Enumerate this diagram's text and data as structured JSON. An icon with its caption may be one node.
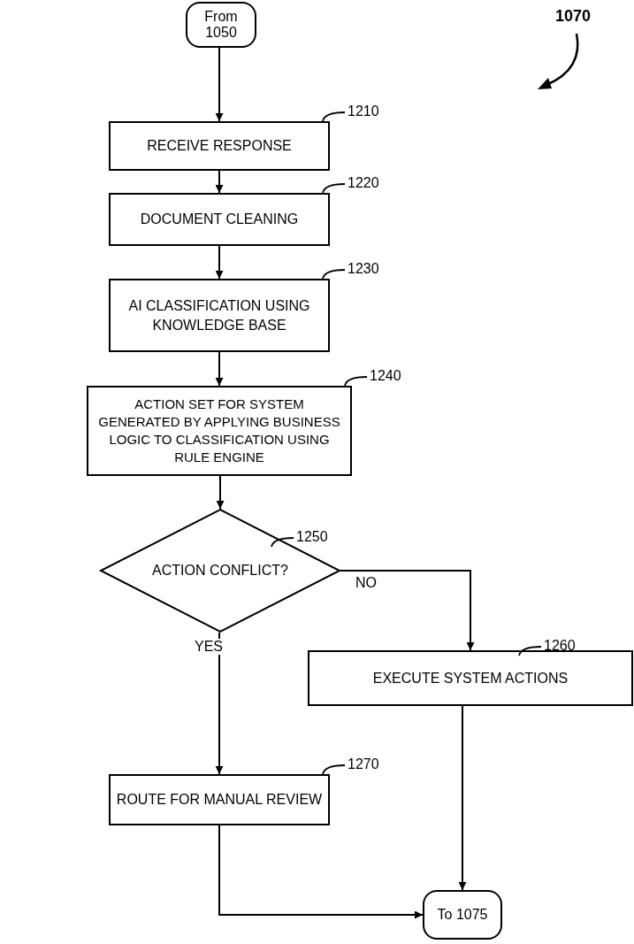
{
  "diagram": {
    "nodes": [
      {
        "text": [
          "From 1050"
        ]
      },
      {
        "text": [
          "RECEIVE RESPONSE"
        ],
        "beside": [
          "1210"
        ]
      },
      {
        "text": [
          "DOCUMENT CLEANING"
        ],
        "beside": [
          "1220"
        ]
      },
      {
        "text": [
          "AI CLASSIFICATION USING KNOWLEDGE BASE"
        ],
        "beside": [
          "1230"
        ]
      },
      {
        "text": [
          "ACTION SET FOR SYSTEM GENERATED BY APPLYING BUSINESS LOGIC TO CLASSIFICATION USING RULE ENGINE"
        ],
        "beside": [
          "1240"
        ]
      },
      {
        "text": [
          "ACTION CONFLICT?"
        ],
        "beside": [
          "1250"
        ]
      },
      {
        "text": [
          "EXECUTE SYSTEM ACTIONS"
        ],
        "beside": [
          "1260"
        ]
      },
      {
        "text": [
          "ROUTE FOR MANUAL REVIEW"
        ],
        "beside": [
          "1270"
        ]
      },
      {
        "text": [
          "To 1075"
        ]
      }
    ],
    "edges": [
      {
        "from": 0,
        "to": 1,
        "arrow": "to"
      },
      {
        "from": 1,
        "to": 2,
        "arrow": "to"
      },
      {
        "from": 2,
        "to": 3,
        "arrow": "to"
      },
      {
        "from": 3,
        "to": 4,
        "arrow": "to"
      },
      {
        "from": 4,
        "to": 5,
        "arrow": "to"
      },
      {
        "from": 5,
        "to": 6,
        "arrow": "to",
        "label": "NO"
      },
      {
        "from": 5,
        "to": 7,
        "arrow": "to",
        "label": "YES"
      },
      {
        "from": 6,
        "to": 8,
        "arrow": "to"
      },
      {
        "from": 7,
        "to": 8,
        "arrow": "to"
      }
    ],
    "labels": [
      "1070"
    ]
  }
}
